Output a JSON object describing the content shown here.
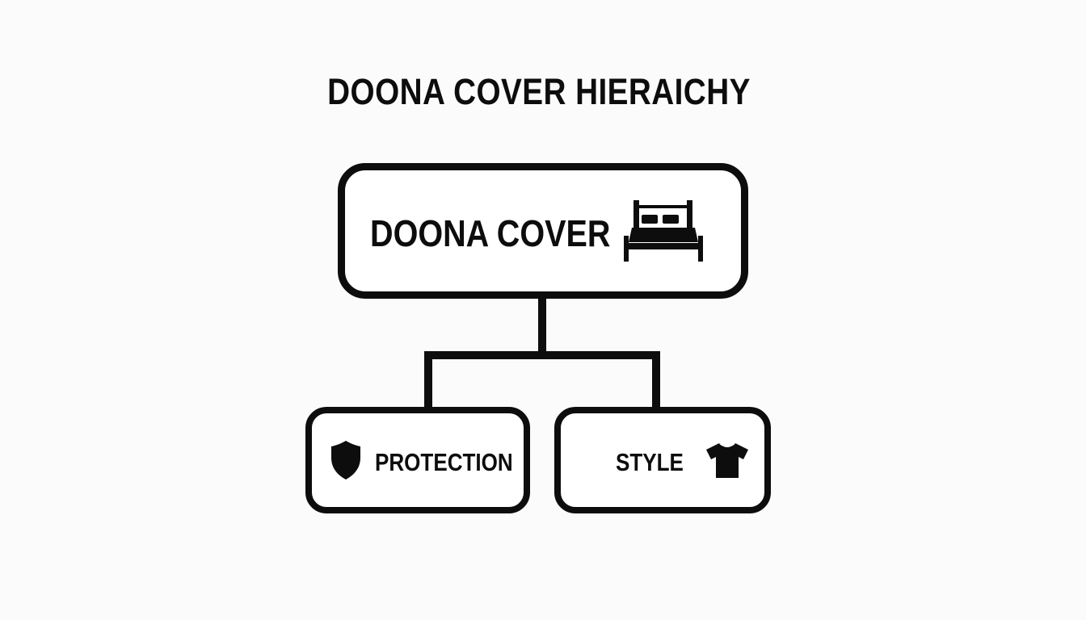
{
  "diagram": {
    "title": "DOONA COVER HIERAICHY",
    "root": {
      "label": "DOONA COVER",
      "icon": "bed-icon"
    },
    "children": [
      {
        "label": "PROTECTION",
        "icon": "shield-icon"
      },
      {
        "label": "STYLE",
        "icon": "t-shirt-icon"
      }
    ],
    "colors": {
      "stroke": "#0d0d0d",
      "background": "#fbfbfb",
      "box_fill": "#ffffff"
    }
  }
}
